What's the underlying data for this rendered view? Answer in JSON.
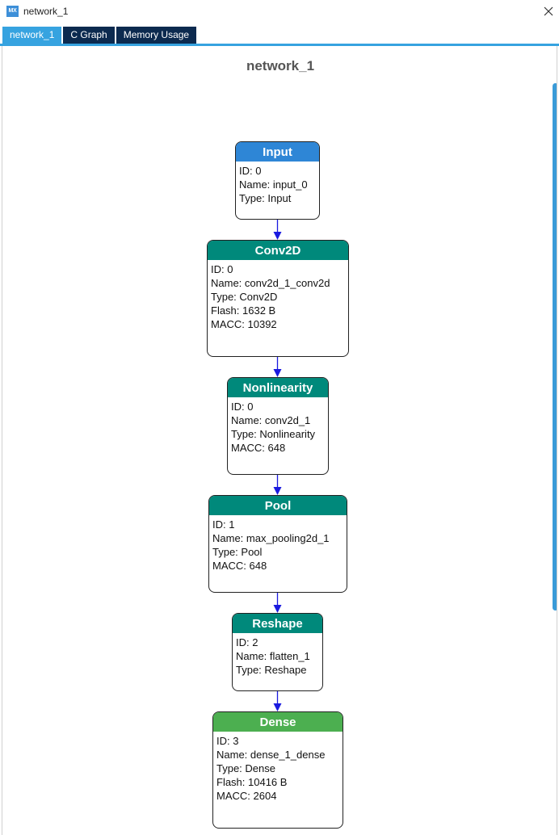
{
  "window": {
    "title": "network_1",
    "app_icon_text": "MX"
  },
  "tabs": [
    {
      "label": "network_1",
      "active": true
    },
    {
      "label": "C Graph",
      "active": false
    },
    {
      "label": "Memory Usage",
      "active": false
    }
  ],
  "graph": {
    "title": "network_1",
    "nodes": [
      {
        "header": "Input",
        "lines": [
          "ID: 0",
          "Name: input_0",
          "Type: Input"
        ]
      },
      {
        "header": "Conv2D",
        "lines": [
          "ID: 0",
          "Name: conv2d_1_conv2d",
          "Type: Conv2D",
          "Flash: 1632 B",
          "MACC: 10392"
        ]
      },
      {
        "header": "Nonlinearity",
        "lines": [
          "ID: 0",
          "Name: conv2d_1",
          "Type: Nonlinearity",
          "MACC: 648"
        ]
      },
      {
        "header": "Pool",
        "lines": [
          "ID: 1",
          "Name: max_pooling2d_1",
          "Type: Pool",
          "MACC: 648"
        ]
      },
      {
        "header": "Reshape",
        "lines": [
          "ID: 2",
          "Name: flatten_1",
          "Type: Reshape"
        ]
      },
      {
        "header": "Dense",
        "lines": [
          "ID: 3",
          "Name: dense_1_dense",
          "Type: Dense",
          "Flash: 10416 B",
          "MACC: 2604"
        ]
      }
    ]
  },
  "colors": {
    "input_header": "#2e86d6",
    "layer_header": "#00897b",
    "dense_header": "#4caf50",
    "edge": "#1a1adf",
    "tab_active": "#36a3e0",
    "tab_inactive": "#0c2a4f"
  }
}
